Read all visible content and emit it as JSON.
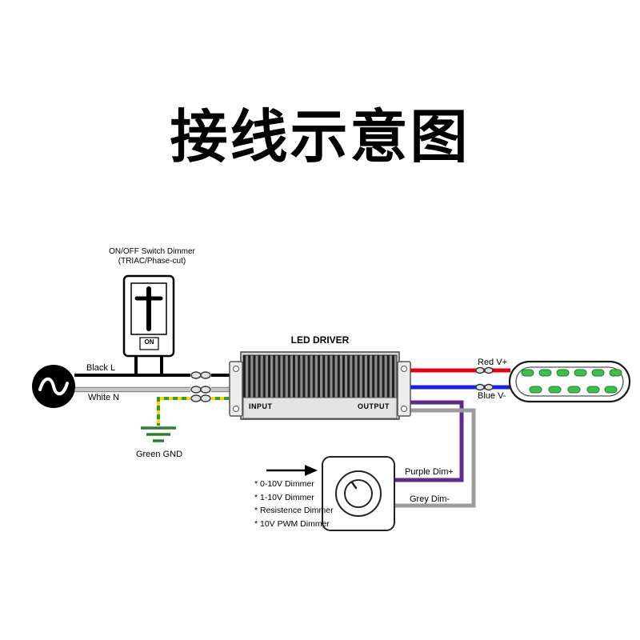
{
  "title": "接线示意图",
  "switch_dimmer": {
    "label_line1": "ON/OFF Switch Dimmer",
    "label_line2": "(TRIAC/Phase-cut)",
    "on_label": "ON"
  },
  "ac_source": {
    "symbol": "~"
  },
  "input_wires": {
    "live": {
      "label": "Black L",
      "color": "#000000"
    },
    "neutral": {
      "label": "White N",
      "color": "#c6c6c6"
    },
    "ground": {
      "label": "Green GND",
      "color": "#2f9e2f",
      "stripe_color": "#ffd400"
    }
  },
  "driver": {
    "title": "LED DRIVER",
    "input_label": "INPUT",
    "output_label": "OUTPUT"
  },
  "output_wires": {
    "positive": {
      "label": "Red V+",
      "color": "#e60012"
    },
    "negative": {
      "label": "Blue V-",
      "color": "#1722dd"
    }
  },
  "dim_wires": {
    "dim_plus": {
      "label": "Purple Dim+",
      "color": "#5f2a8a"
    },
    "dim_minus": {
      "label": "Grey Dim-",
      "color": "#9c9c9c"
    }
  },
  "led_module": {
    "led_color": "#3dbf4d"
  },
  "dimmer_types": [
    "* 0-10V Dimmer",
    "* 1-10V Dimmer",
    "* Resistence Dimmer",
    "* 10V PWM Dimmer"
  ]
}
